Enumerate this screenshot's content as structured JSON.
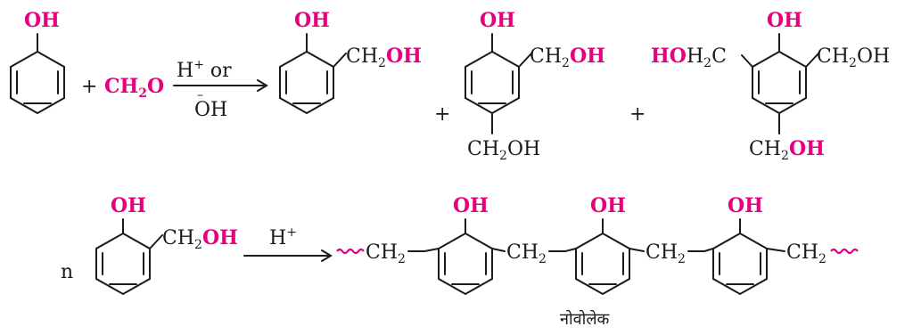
{
  "reaction1": {
    "phenol_oh": "OH",
    "plus1": "+",
    "formaldehyde": {
      "pre": "CH",
      "sub": "2",
      "post": "O",
      "color": "#e6007e"
    },
    "arrow_top": {
      "main": "H",
      "sup": "+",
      "tail": " or"
    },
    "arrow_bottom": {
      "bar": "–",
      "main": "OH"
    },
    "product1": {
      "oh": "OH",
      "ch2": "CH",
      "sub": "2",
      "oh_highlight": "OH"
    },
    "plus2": "+",
    "product2": {
      "oh": "OH",
      "ch2": "CH",
      "sub": "2",
      "oh_highlight": "OH",
      "para_ch2": "CH",
      "para_sub": "2",
      "para_oh": "OH"
    },
    "plus3": "+",
    "product3": {
      "left_ho": "HO",
      "left_h2c": "H",
      "left_sub": "2",
      "left_c": "C",
      "oh": "OH",
      "right_ch2": "CH",
      "right_sub": "2",
      "right_oh": "OH",
      "para_ch2": "CH",
      "para_sub": "2",
      "para_oh": "OH"
    }
  },
  "reaction2": {
    "n": "n",
    "monomer": {
      "oh": "OH",
      "ch2": "CH",
      "sub": "2",
      "oh_highlight": "OH"
    },
    "arrow_top": {
      "main": "H",
      "sup": "+"
    },
    "polymer": {
      "ch2": "CH",
      "sub": "2",
      "oh": "OH"
    },
    "name": "नोवोलेक"
  },
  "colors": {
    "highlight": "#e6007e",
    "ink": "#1a1a1a"
  }
}
